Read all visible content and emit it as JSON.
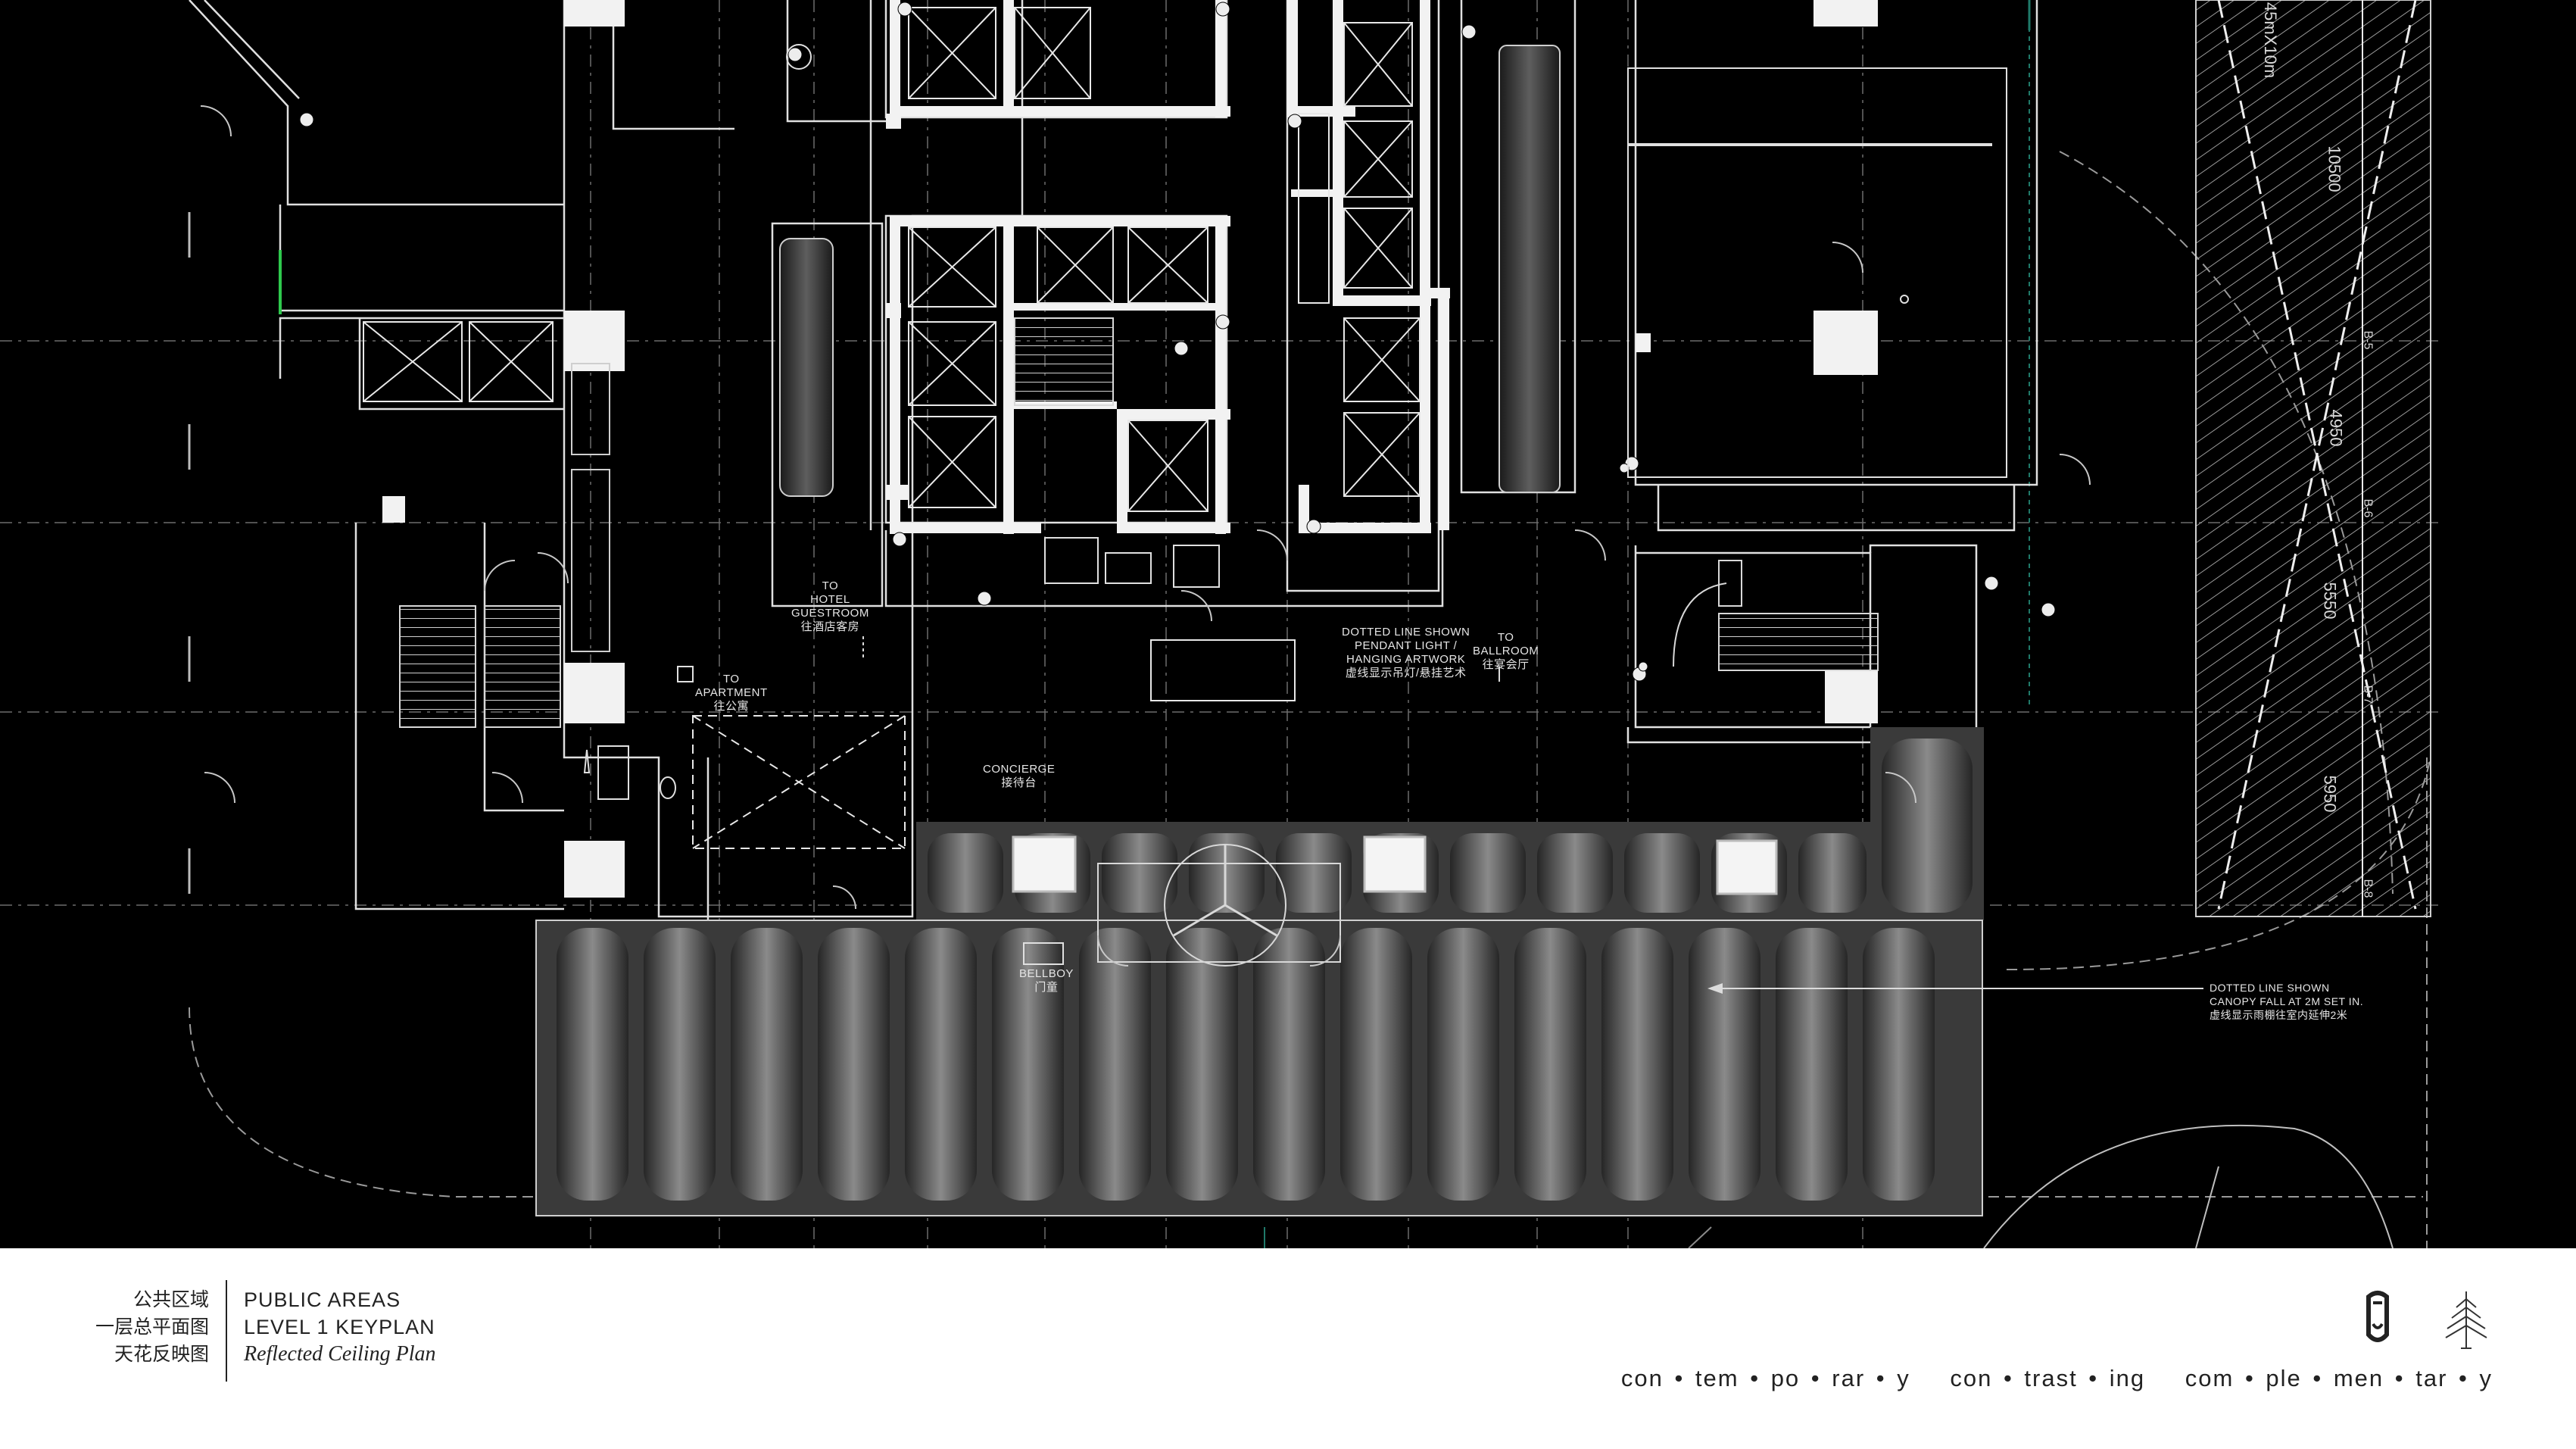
{
  "annotations": {
    "to_hotel_guestroom": [
      "TO",
      "HOTEL",
      "GUESTROOM",
      "往酒店客房"
    ],
    "to_apartment": [
      "TO",
      "APARTMENT",
      "往公寓"
    ],
    "concierge": [
      "CONCIERGE",
      "接待台"
    ],
    "pendant_light": [
      "DOTTED LINE SHOWN",
      "PENDANT LIGHT /",
      "HANGING ARTWORK",
      "虚线显示吊灯/悬挂艺术"
    ],
    "to_ballroom": [
      "TO",
      "BALLROOM",
      "往宴会厅"
    ],
    "bellboy": [
      "BELLBOY",
      "门童"
    ],
    "canopy": [
      "DOTTED LINE SHOWN",
      "CANOPY FALL AT 2M SET IN.",
      "虚线显示雨棚往室内延伸2米"
    ]
  },
  "dimensions": {
    "d1": "45mX10m",
    "d2": "10500",
    "d3": "4950",
    "d4": "5550",
    "d5": "5950"
  },
  "grid_tags": {
    "g5": "B-5",
    "g6": "B-6",
    "g7": "B-7",
    "g8": "B-8"
  },
  "footer": {
    "title_cn": [
      "公共区域",
      "一层总平面图",
      "天花反映图"
    ],
    "title_en": [
      "PUBLIC AREAS",
      "LEVEL 1 KEYPLAN",
      "Reflected Ceiling Plan"
    ],
    "tagline": [
      "con • tem • po • rar • y",
      "con • trast • ing",
      "com • ple • men • tar • y"
    ],
    "logos": [
      "clip-logo-icon",
      "tree-logo-icon"
    ]
  }
}
